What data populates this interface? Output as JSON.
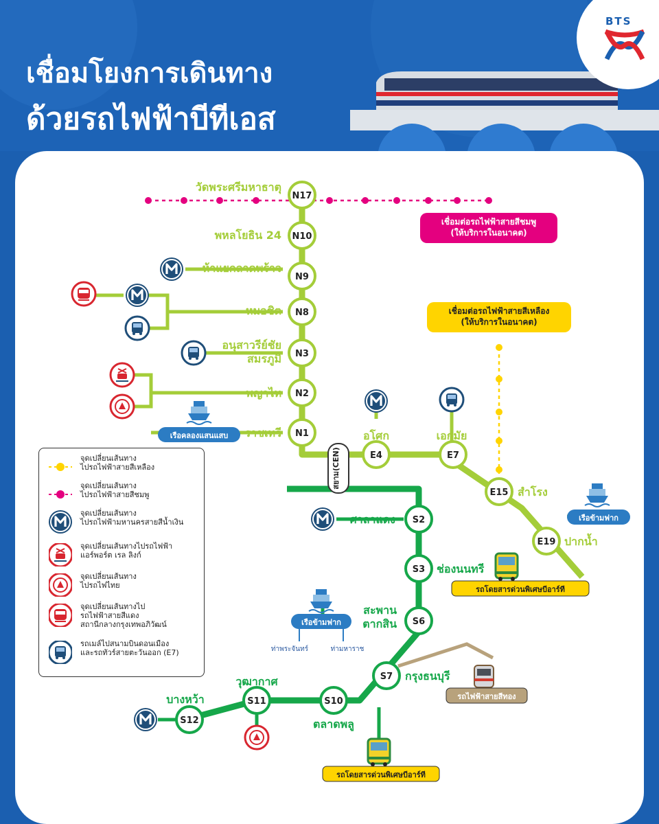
{
  "header": {
    "title_line1": "เชื่อมโยงการเดินทาง",
    "title_line2": "ด้วยรถไฟฟ้าบีทีเอส",
    "logo_text": "BTS"
  },
  "colors": {
    "sukhumvit": "#a4cd39",
    "silom": "#16a74a",
    "pink": "#e4007f",
    "yellow": "#ffd400",
    "gold": "#b8a27c",
    "mrt_blue": "#1f4e79",
    "station_fill": "#ffffff",
    "header_blue": "#1b5fb0"
  },
  "stations": {
    "N17": {
      "code": "N17",
      "name": "วัดพระศรีมหาธาตุ"
    },
    "N10": {
      "code": "N10",
      "name": "พหลโยธิน 24"
    },
    "N9": {
      "code": "N9",
      "name": "ห้าแยกลาดพร้าว"
    },
    "N8": {
      "code": "N8",
      "name": "หมอชิต"
    },
    "N3": {
      "code": "N3",
      "name": "อนุสาวรีย์ชัย\nสมรภูมิ"
    },
    "N2": {
      "code": "N2",
      "name": "พญาไท"
    },
    "N1": {
      "code": "N1",
      "name": "ราชเทวี"
    },
    "CEN": {
      "code": "สยาม(CEN)"
    },
    "E4": {
      "code": "E4",
      "name": "อโศก"
    },
    "E7": {
      "code": "E7",
      "name": "เอกมัย"
    },
    "E15": {
      "code": "E15",
      "name": "สำโรง"
    },
    "E19": {
      "code": "E19",
      "name": "ปากน้ำ"
    },
    "S2": {
      "code": "S2",
      "name": "ศาลาแดง"
    },
    "S3": {
      "code": "S3",
      "name": "ช่องนนทรี"
    },
    "S6": {
      "code": "S6",
      "name": "สะพาน\nตากสิน"
    },
    "S7": {
      "code": "S7",
      "name": "กรุงธนบุรี"
    },
    "S10": {
      "code": "S10",
      "name": "ตลาดพลู"
    },
    "S11": {
      "code": "S11",
      "name": "วุฒากาศ"
    },
    "S12": {
      "code": "S12",
      "name": "บางหว้า"
    }
  },
  "callouts": {
    "pink_future": "เชื่อมต่อรถไฟฟ้าสายสีชมพู\n(ให้บริการในอนาคต)",
    "yellow_future": "เชื่อมต่อรถไฟฟ้าสายสีเหลือง\n(ให้บริการในอนาคต)",
    "boat_saen_saep": "เรือคลองแสนแสบ",
    "ferry_e15": "เรือข้ามฟาก",
    "ferry_s6": "เรือข้ามฟาก",
    "pier_left": "ท่าพระจันทร์",
    "pier_right": "ท่ามหาราช",
    "brt_s3": "รถโดยสารด่วนพิเศษบีอาร์ที",
    "brt_s10": "รถโดยสารด่วนพิเศษบีอาร์ที",
    "gold_line": "รถไฟฟ้าสายสีทอง"
  },
  "icons": {
    "mrt": "mrt-m-icon",
    "red_line": "red-line-train-icon",
    "bus": "bus-icon",
    "arl": "airport-rail-link-icon",
    "srt": "state-railway-icon",
    "boat": "boat-icon",
    "brt_bus": "brt-bus-icon",
    "gold_train": "gold-line-train-icon"
  },
  "legend": [
    {
      "icon": "yellow-dot-line-icon",
      "text": "จุดเปลี่ยนเส้นทาง\nไปรถไฟฟ้าสายสีเหลือง"
    },
    {
      "icon": "pink-dot-line-icon",
      "text": "จุดเปลี่ยนเส้นทาง\nไปรถไฟฟ้าสายสีชมพู"
    },
    {
      "icon": "mrt-m-icon",
      "text": "จุดเปลี่ยนเส้นทาง\nไปรถไฟฟ้ามหานครสายสีน้ำเงิน"
    },
    {
      "icon": "airport-rail-link-icon",
      "text": "จุดเปลี่ยนเส้นทางไปรถไฟฟ้า\nแอร์พอร์ต เรล ลิงก์"
    },
    {
      "icon": "state-railway-icon",
      "text": "จุดเปลี่ยนเส้นทาง\nไปรถไฟไทย"
    },
    {
      "icon": "red-line-train-icon",
      "text": "จุดเปลี่ยนเส้นทางไป\nรถไฟฟ้าสายสีแดง\nสถานีกลางกรุงเทพอภิวัฒน์"
    },
    {
      "icon": "bus-icon",
      "text": "รถเมล์ไปสนามบินดอนเมือง\nและรถทัวร์สายตะวันออก (E7)"
    }
  ]
}
